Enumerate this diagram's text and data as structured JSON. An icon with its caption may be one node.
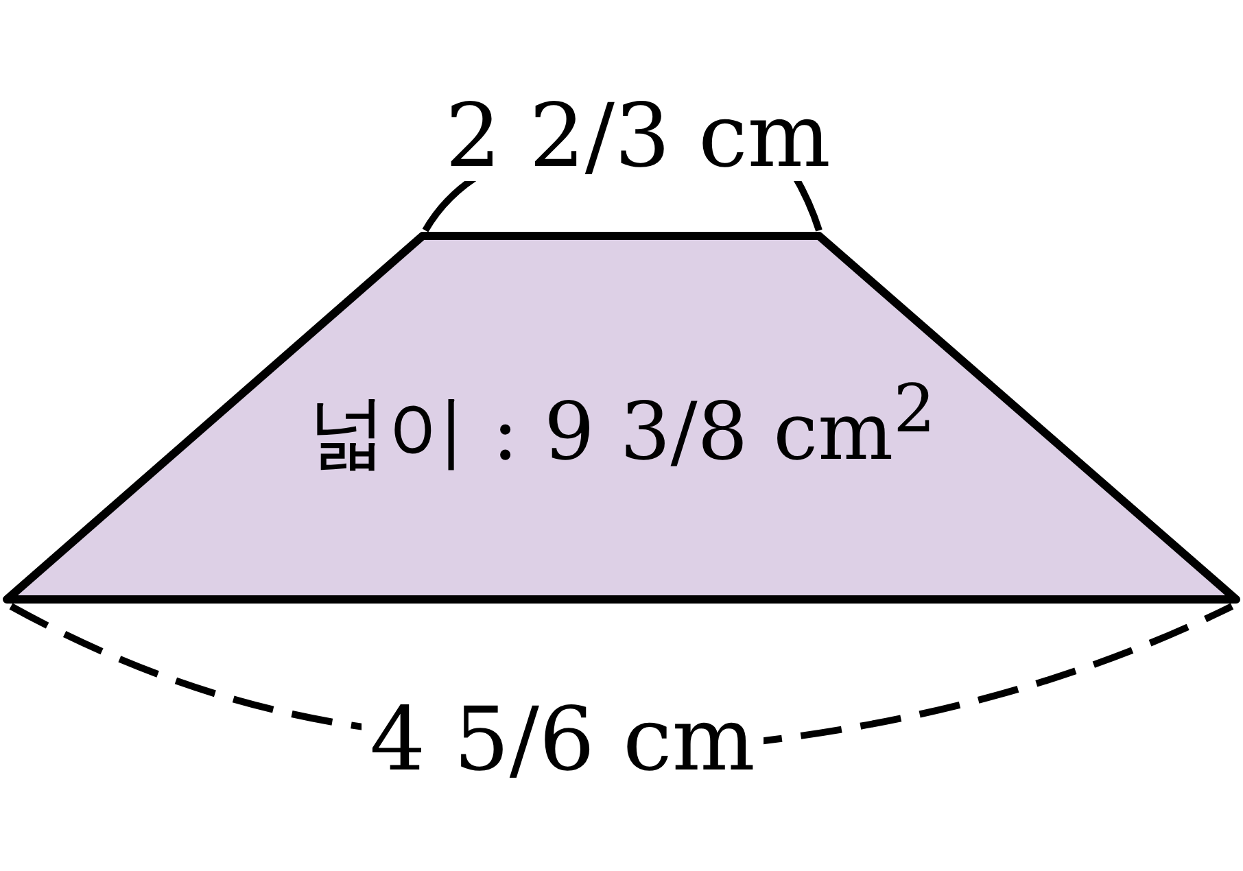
{
  "diagram": {
    "nodes": [
      {
        "text": [
          "넓이 : 9 3/8 cm$^{2}$"
        ]
      }
    ],
    "labels": [
      "2 2/3 cm",
      "4 5/6 cm"
    ]
  }
}
